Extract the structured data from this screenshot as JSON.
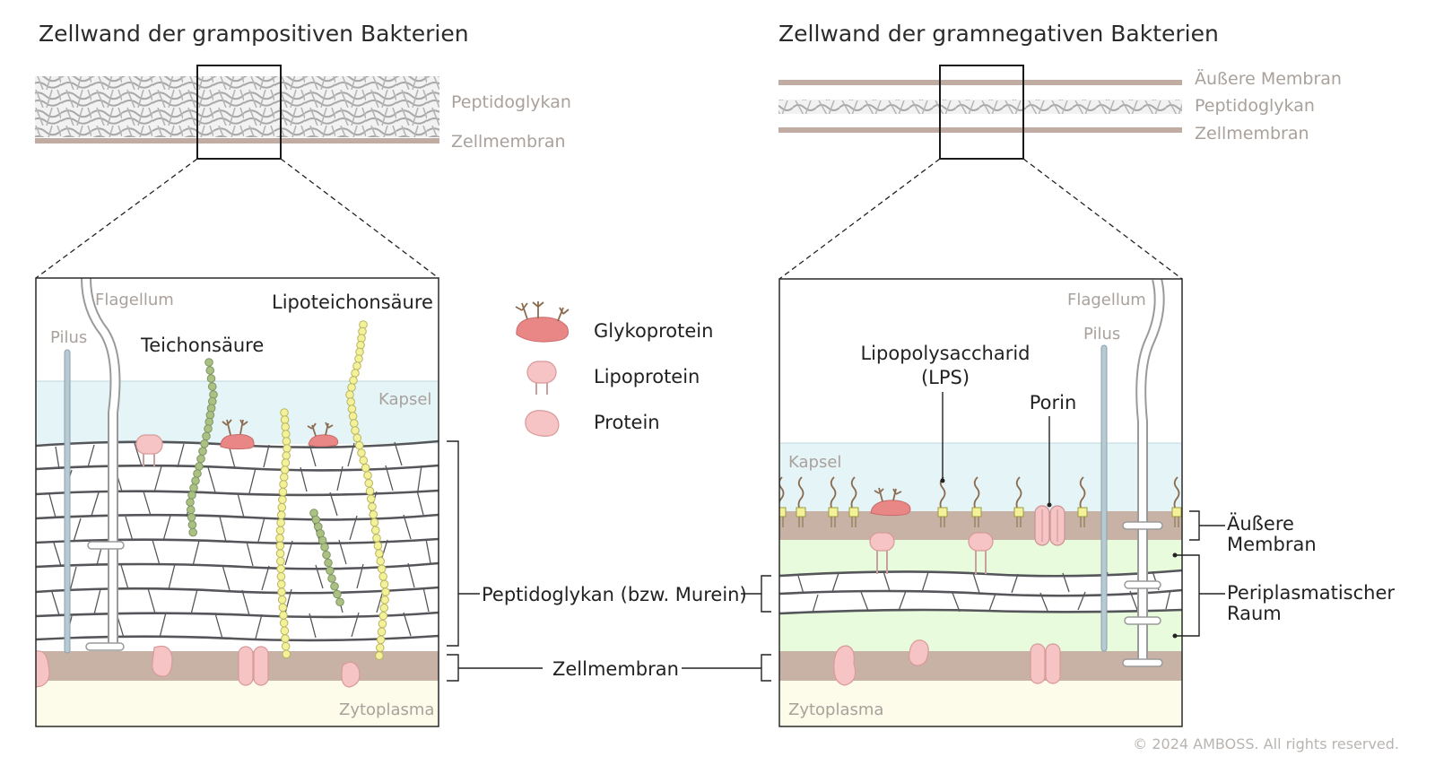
{
  "left_panel": {
    "title": "Zellwand der grampositiven Bakterien",
    "overview_labels": {
      "peptidoglycan": "Peptidoglykan",
      "cell_membrane": "Zellmembran"
    },
    "detail_labels": {
      "flagellum": "Flagellum",
      "pilus": "Pilus",
      "lipoteichoic_acid": "Lipoteichonsäure",
      "teichoic_acid": "Teichonsäure",
      "capsule": "Kapsel",
      "cytoplasm": "Zytoplasma"
    }
  },
  "right_panel": {
    "title": "Zellwand der gramnegativen Bakterien",
    "overview_labels": {
      "outer_membrane": "Äußere Membran",
      "peptidoglycan": "Peptidoglykan",
      "cell_membrane": "Zellmembran"
    },
    "detail_labels": {
      "flagellum": "Flagellum",
      "pilus": "Pilus",
      "lps_line1": "Lipopolysaccharid",
      "lps_line2": "(LPS)",
      "porin": "Porin",
      "capsule": "Kapsel",
      "cytoplasm": "Zytoplasma"
    },
    "side_labels": {
      "outer_membrane_line1": "Äußere",
      "outer_membrane_line2": "Membran",
      "periplasm_line1": "Periplasmatischer",
      "periplasm_line2": "Raum"
    }
  },
  "legend": {
    "glycoprotein": "Glykoprotein",
    "lipoprotein": "Lipoprotein",
    "protein": "Protein"
  },
  "center_labels": {
    "peptidoglycan": "Peptidoglykan (bzw. Murein)",
    "cell_membrane": "Zellmembran"
  },
  "copyright": "© 2024 AMBOSS. All rights reserved.",
  "colors": {
    "capsule": "#e4f4f7",
    "membrane": "#c8b1a5",
    "cytoplasm": "#fdfbe9",
    "periplasm": "#e8fbdc",
    "protein": "#f6c4c4",
    "glycoprotein": "#e98787",
    "lipoteichoic": "#f3f199",
    "teichoic": "#aac183"
  }
}
